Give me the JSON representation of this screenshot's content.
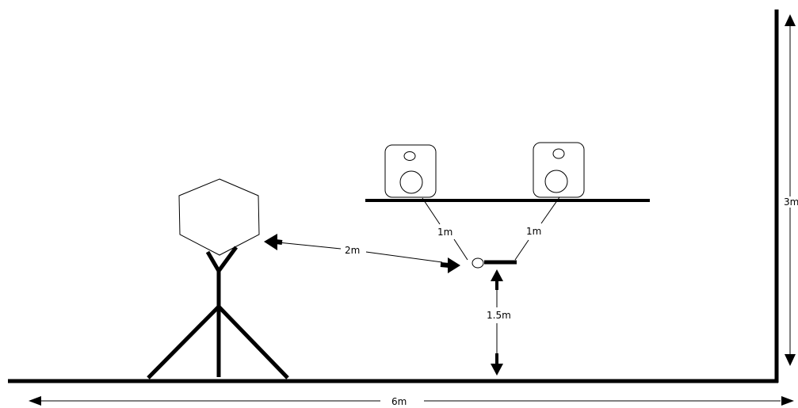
{
  "labels": {
    "wall_height": "3m",
    "floor_width": "6m",
    "listener_to_mic": "2m",
    "speaker_left_to_mic": "1m",
    "speaker_right_to_mic": "1m",
    "mic_height": "1.5m"
  },
  "colors": {
    "line": "#000000",
    "background": "#ffffff",
    "shape_fill": "#ffffff"
  }
}
